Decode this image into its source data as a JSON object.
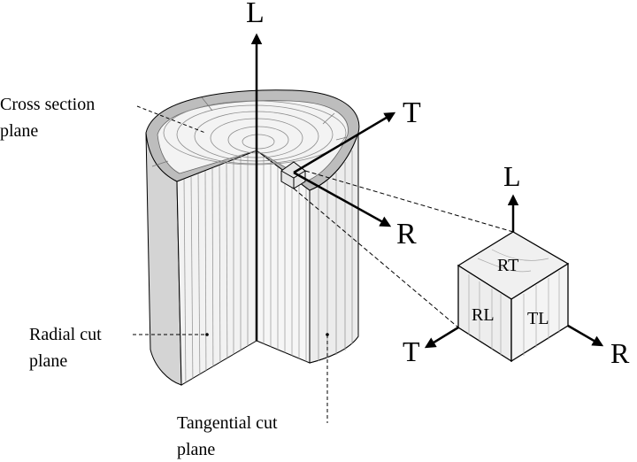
{
  "log": {
    "axis_labels": {
      "longitudinal": "L",
      "tangential": "T",
      "radial": "R"
    },
    "plane_labels": {
      "cross_section": [
        "Cross section",
        "plane"
      ],
      "radial_cut": [
        "Radial cut",
        "plane"
      ],
      "tangential_cut": [
        "Tangential cut",
        "plane"
      ]
    }
  },
  "cube": {
    "axis_labels": {
      "longitudinal": "L",
      "tangential": "T",
      "radial": "R"
    },
    "face_labels": {
      "top": "RT",
      "left": "RL",
      "right": "TL"
    }
  },
  "colors": {
    "ink": "#000000",
    "wood_face": "#f1f1f1",
    "bark": "#bfbfbf",
    "bark_dark": "#8a8a8a"
  }
}
